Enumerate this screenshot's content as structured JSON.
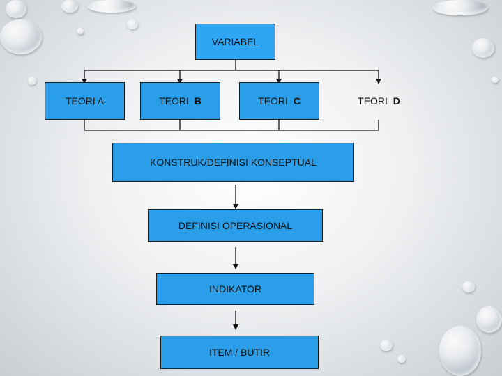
{
  "diagram": {
    "variabel": "VARIABEL",
    "teori": [
      {
        "prefix": "TEORI",
        "letter": "A"
      },
      {
        "prefix": "TEORI",
        "letter": "B"
      },
      {
        "prefix": "TEORI",
        "letter": "C"
      },
      {
        "prefix": "TEORI",
        "letter": "D"
      }
    ],
    "konstruk": "KONSTRUK/DEFINISI KONSEPTUAL",
    "operasional": "DEFINISI OPERASIONAL",
    "indikator": "INDIKATOR",
    "item": "ITEM / BUTIR"
  },
  "colors": {
    "box_fill": "#2a9ee8",
    "border": "#1a1a1a"
  }
}
